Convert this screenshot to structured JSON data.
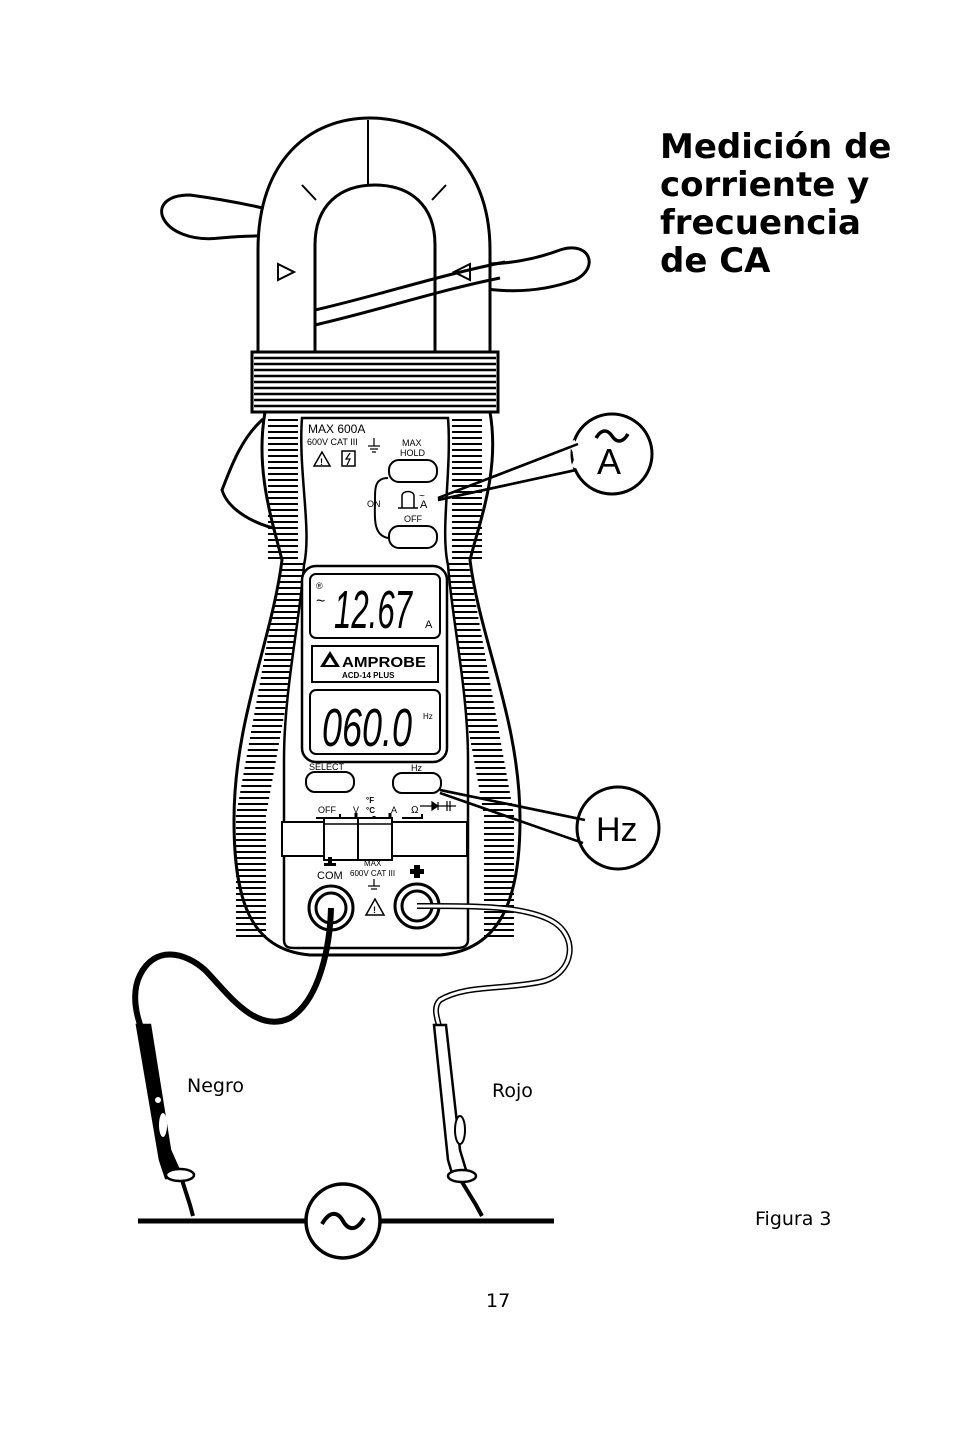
{
  "title_lines": [
    "Medición de",
    "corriente y",
    "frecuencia",
    "de CA"
  ],
  "figure_caption": "Figura 3",
  "page_number": "17",
  "leads": {
    "black": "Negro",
    "red": "Rojo"
  },
  "meter": {
    "rating_max": "MAX 600A",
    "rating_cat": "600V CAT III",
    "max_hold_line1": "MAX",
    "max_hold_line2": "HOLD",
    "on_label": "ON",
    "off_label": "OFF",
    "display_top_value": "12.67",
    "display_top_unit": "A",
    "brand": "AMPROBE",
    "model": "ACD-14 PLUS",
    "display_bottom_value": "060.0",
    "display_bottom_unit": "Hz",
    "select_label": "SELECT",
    "hz_button_label": "Hz",
    "dial_off": "OFF",
    "dial_v": "V",
    "dial_f": "°F",
    "dial_c": "°C",
    "dial_a": "A",
    "dial_ohm": "Ω",
    "com_label": "COM",
    "input_max": "MAX",
    "input_cat": "600V CAT III"
  },
  "callouts": {
    "ac_amps": "A",
    "hz": "Hz"
  },
  "icons": [
    "clamp-meter-icon",
    "warning-triangle-icon",
    "ground-icon",
    "ac-source-icon",
    "test-probe-icon"
  ]
}
